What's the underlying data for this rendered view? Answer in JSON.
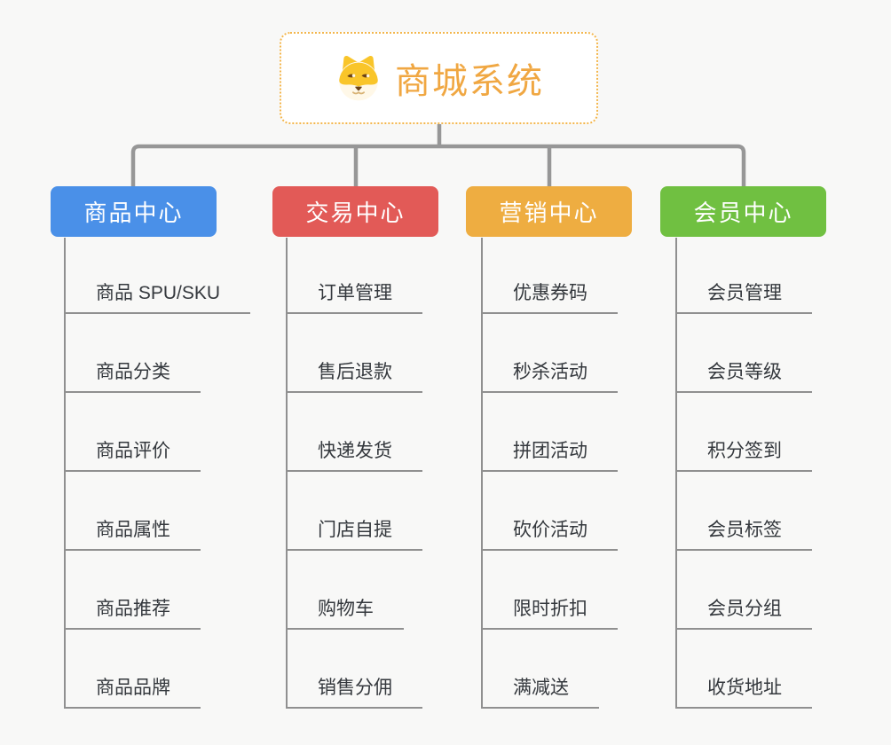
{
  "page": {
    "background_color": "#f8f8f7",
    "connector_color": "#979797"
  },
  "root": {
    "title": "商城系统",
    "icon": "dog-face-icon",
    "text_color": "#f0a742",
    "border_color": "#f3b64c"
  },
  "branches": [
    {
      "label": "商品中心",
      "color": "#4a90e8",
      "children": [
        "商品 SPU/SKU",
        "商品分类",
        "商品评价",
        "商品属性",
        "商品推荐",
        "商品品牌"
      ]
    },
    {
      "label": "交易中心",
      "color": "#e25a57",
      "children": [
        "订单管理",
        "售后退款",
        "快递发货",
        "门店自提",
        "购物车",
        "销售分佣"
      ]
    },
    {
      "label": "营销中心",
      "color": "#eead41",
      "children": [
        "优惠券码",
        "秒杀活动",
        "拼团活动",
        "砍价活动",
        "限时折扣",
        "满减送"
      ]
    },
    {
      "label": "会员中心",
      "color": "#70c041",
      "children": [
        "会员管理",
        "会员等级",
        "积分签到",
        "会员标签",
        "会员分组",
        "收货地址"
      ]
    }
  ]
}
